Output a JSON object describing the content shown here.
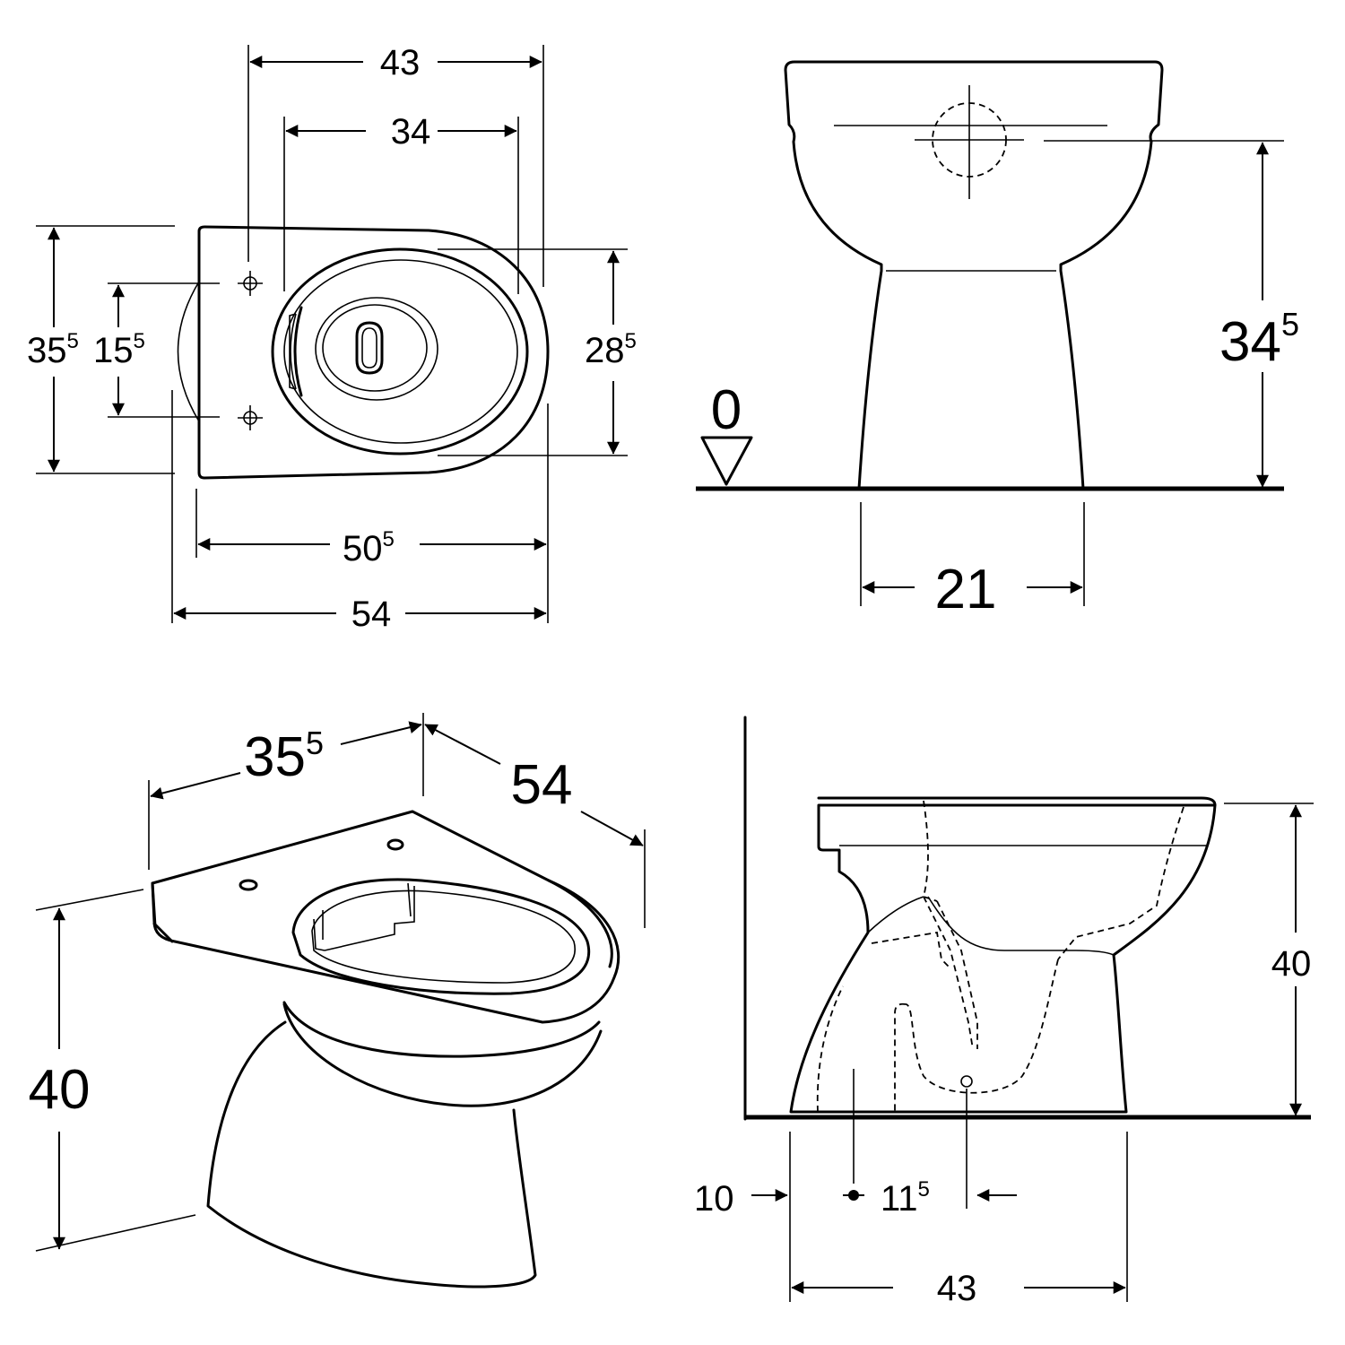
{
  "top_view": {
    "width_outer": "43",
    "width_inner": "34",
    "depth_total_main": "35",
    "depth_total_sup": "5",
    "hole_spacing_main": "15",
    "hole_spacing_sup": "5",
    "bowl_depth_main": "28",
    "bowl_depth_sup": "5",
    "length_inner_main": "50",
    "length_inner_sup": "5",
    "length_total": "54"
  },
  "front_view": {
    "height_main": "34",
    "height_sup": "5",
    "floor_level": "0",
    "base_width": "21"
  },
  "iso_view": {
    "width_main": "35",
    "width_sup": "5",
    "length": "54",
    "height": "40"
  },
  "side_view": {
    "height": "40",
    "wall_offset": "10",
    "outlet_main": "11",
    "outlet_sup": "5",
    "foot_length": "43"
  }
}
